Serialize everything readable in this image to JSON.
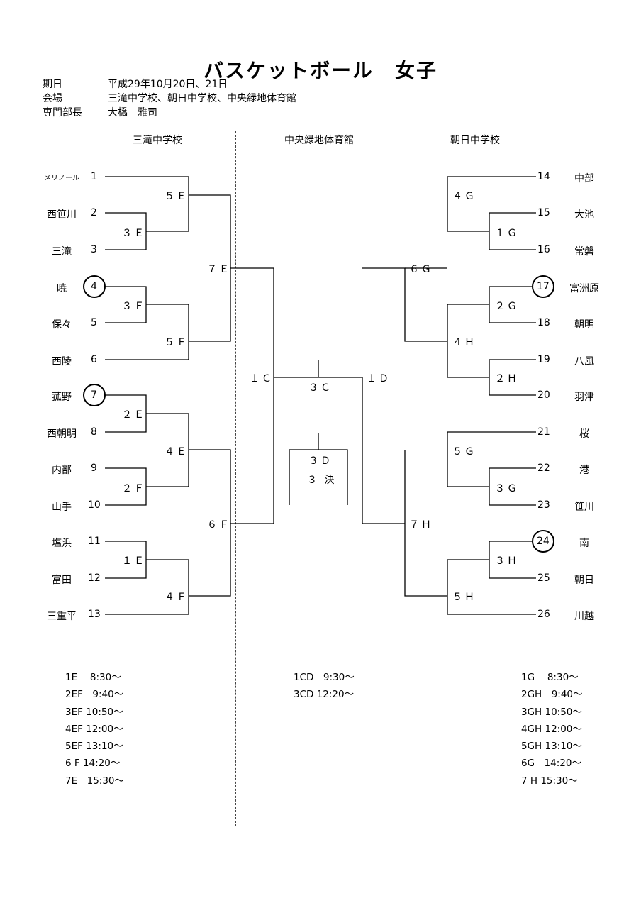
{
  "title": "バスケットボール　女子",
  "info": [
    {
      "label": "期日",
      "value": "平成29年10月20日、21日"
    },
    {
      "label": "会場",
      "value": "三滝中学校、朝日中学校、中央緑地体育館"
    },
    {
      "label": "専門部長",
      "value": "大橋　雅司"
    }
  ],
  "venues": {
    "left": "三滝中学校",
    "center": "中央緑地体育館",
    "right": "朝日中学校"
  },
  "left_teams": [
    {
      "name": "メリノール",
      "seed": "1",
      "circled": false
    },
    {
      "name": "西笹川",
      "seed": "2",
      "circled": false
    },
    {
      "name": "三滝",
      "seed": "3",
      "circled": false
    },
    {
      "name": "暁",
      "seed": "4",
      "circled": true
    },
    {
      "name": "保々",
      "seed": "5",
      "circled": false
    },
    {
      "name": "西陵",
      "seed": "6",
      "circled": false
    },
    {
      "name": "菰野",
      "seed": "7",
      "circled": true
    },
    {
      "name": "西朝明",
      "seed": "8",
      "circled": false
    },
    {
      "name": "内部",
      "seed": "9",
      "circled": false
    },
    {
      "name": "山手",
      "seed": "10",
      "circled": false
    },
    {
      "name": "塩浜",
      "seed": "11",
      "circled": false
    },
    {
      "name": "富田",
      "seed": "12",
      "circled": false
    },
    {
      "name": "三重平",
      "seed": "13",
      "circled": false
    }
  ],
  "right_teams": [
    {
      "name": "中部",
      "seed": "14",
      "circled": false
    },
    {
      "name": "大池",
      "seed": "15",
      "circled": false
    },
    {
      "name": "常磐",
      "seed": "16",
      "circled": false
    },
    {
      "name": "富洲原",
      "seed": "17",
      "circled": true
    },
    {
      "name": "朝明",
      "seed": "18",
      "circled": false
    },
    {
      "name": "八風",
      "seed": "19",
      "circled": false
    },
    {
      "name": "羽津",
      "seed": "20",
      "circled": false
    },
    {
      "name": "桜",
      "seed": "21",
      "circled": false
    },
    {
      "name": "港",
      "seed": "22",
      "circled": false
    },
    {
      "name": "笹川",
      "seed": "23",
      "circled": false
    },
    {
      "name": "南",
      "seed": "24",
      "circled": true
    },
    {
      "name": "朝日",
      "seed": "25",
      "circled": false
    },
    {
      "name": "川越",
      "seed": "26",
      "circled": false
    }
  ],
  "match_labels": {
    "m5E": "５Ｅ",
    "m3E": "３Ｅ",
    "m7E": "７Ｅ",
    "m3F": "３Ｆ",
    "m5F": "５Ｆ",
    "m2E": "２Ｅ",
    "m4E": "４Ｅ",
    "m2F": "２Ｆ",
    "m6F": "６Ｆ",
    "m1E": "１Ｅ",
    "m4F": "４Ｆ",
    "m1C": "１Ｃ",
    "m3C": "３Ｃ",
    "m1D": "１Ｄ",
    "m3D": "３Ｄ",
    "m3ketsu": "３ 決",
    "m4G": "４Ｇ",
    "m1G": "１Ｇ",
    "m6G": "６Ｇ",
    "m2G": "２Ｇ",
    "m4H": "４Ｈ",
    "m2H": "２Ｈ",
    "m5G": "５Ｇ",
    "m3G": "３Ｇ",
    "m7H": "７Ｈ",
    "m3H": "３Ｈ",
    "m5H": "５Ｈ"
  },
  "schedule": {
    "left": [
      "1E　 8:30～",
      "2EF　9:40～",
      "3EF 10:50～",
      "4EF 12:00～",
      "5EF 13:10～",
      "6 F 14:20～",
      "7E　15:30～"
    ],
    "center": [
      "1CD　9:30～",
      "3CD 12:20～"
    ],
    "right": [
      "1G　 8:30～",
      "2GH　9:40～",
      "3GH 10:50～",
      "4GH 12:00～",
      "5GH 13:10～",
      "6G　14:20～",
      "7 H 15:30～"
    ]
  }
}
